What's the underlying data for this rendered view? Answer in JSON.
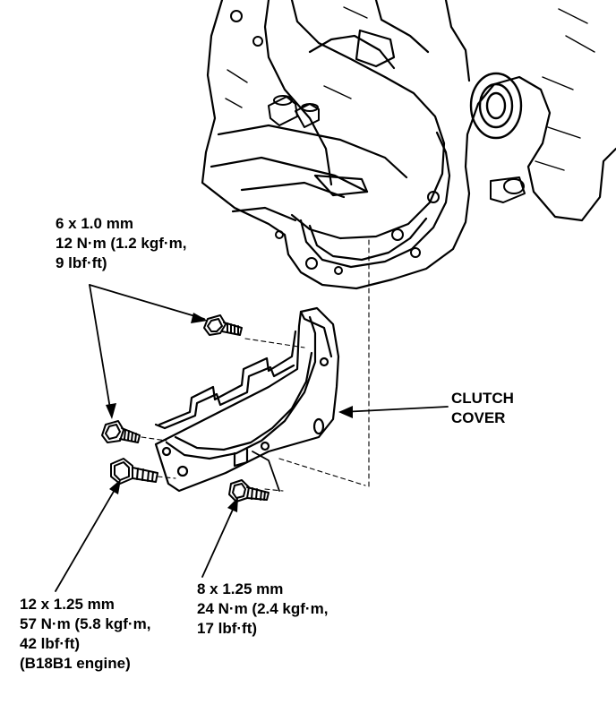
{
  "callouts": {
    "top_bolts": {
      "lines": [
        "6 x 1.0 mm",
        "12 N·m (1.2 kgf·m,",
        "9 lbf·ft)"
      ]
    },
    "clutch_cover": {
      "lines": [
        "CLUTCH",
        "COVER"
      ]
    },
    "lower_left_bolt": {
      "lines": [
        "12 x 1.25 mm",
        "57 N·m (5.8 kgf·m,",
        "42 lbf·ft)",
        "(B18B1 engine)"
      ]
    },
    "lower_right_bolt": {
      "lines": [
        "8 x 1.25 mm",
        "24 N·m (2.4 kgf·m,",
        "17 lbf·ft)"
      ]
    }
  },
  "colors": {
    "ink": "#000000",
    "paper": "#ffffff"
  }
}
